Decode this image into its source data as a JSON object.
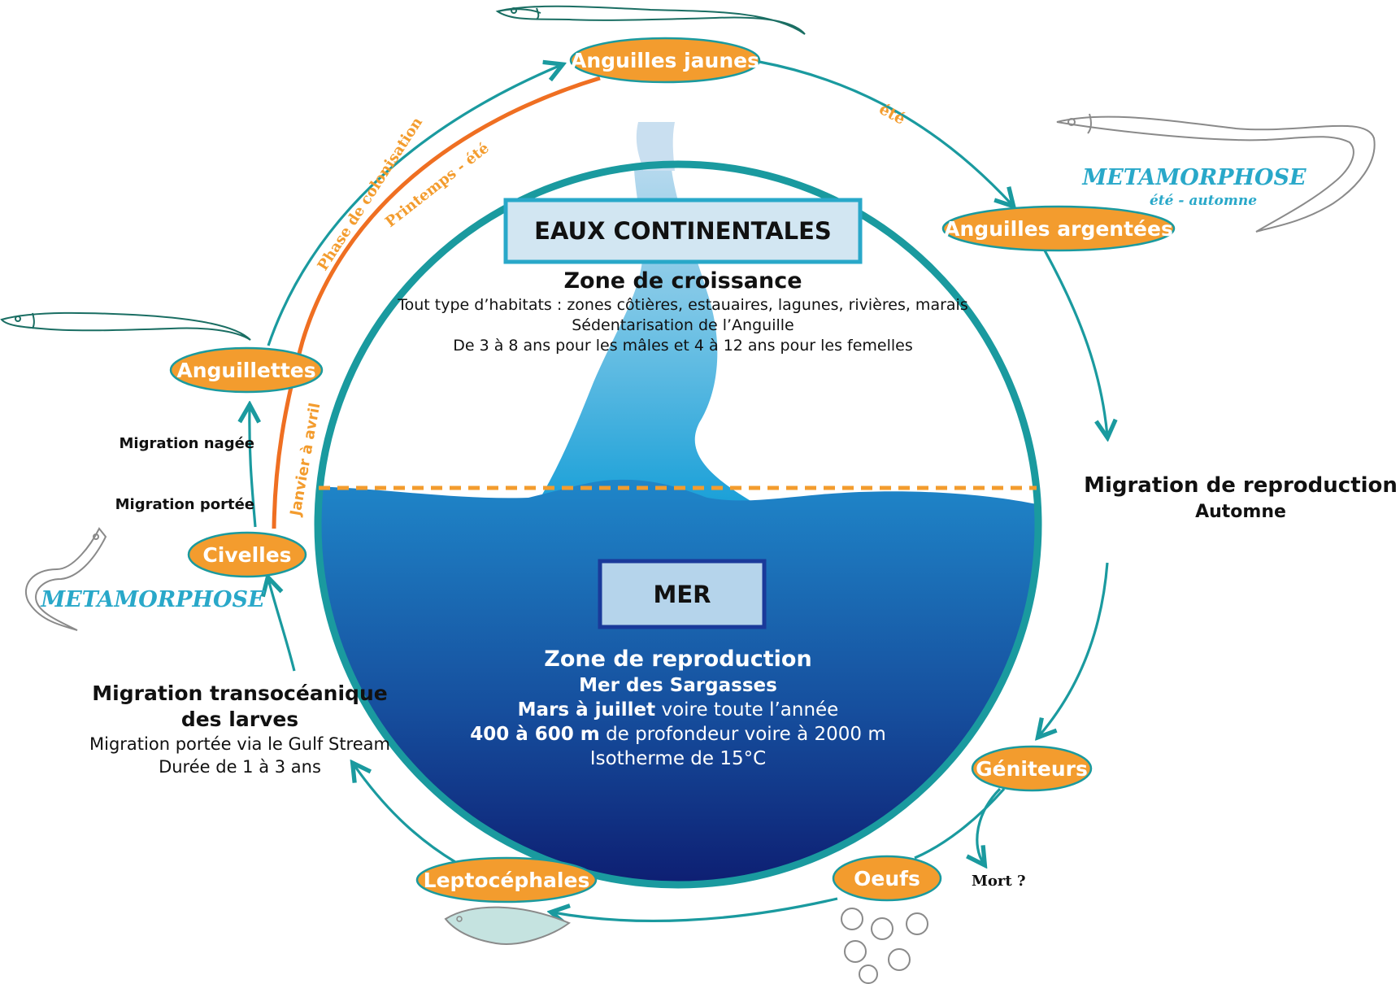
{
  "colors": {
    "teal": "#1a9a9f",
    "orange": "#f39c2e",
    "orange_line": "#ef6f22",
    "cyan_text": "#29a8c9",
    "sea_top": "#1f7ec4",
    "sea_bottom": "#0d1f73",
    "box_border_light": "#29a8c9",
    "box_border_dark": "#1a3a9a"
  },
  "stages": {
    "anguilles_jaunes": "Anguilles jaunes",
    "anguilles_argentees": "Anguilles argentées",
    "geniteurs": "Géniteurs",
    "oeufs": "Oeufs",
    "leptocephales": "Leptocéphales",
    "civelles": "Civelles",
    "anguillettes": "Anguillettes"
  },
  "seasons": {
    "ete": "été",
    "printemps_ete": "Printemps - été",
    "phase_colonisation": "Phase de colonisation",
    "janvier_avril": "Janvier à avril"
  },
  "metamorphose_right": {
    "title": "METAMORPHOSE",
    "sub": "été - automne"
  },
  "metamorphose_left": {
    "title": "METAMORPHOSE"
  },
  "migration_reproduction": {
    "title": "Migration de reproduction",
    "sub": "Automne"
  },
  "migration_nagee": "Migration nagée",
  "migration_portee": "Migration portée",
  "migration_transoceanique": {
    "title1": "Migration transocéanique",
    "title2": "des larves",
    "line1": "Migration portée via le Gulf Stream",
    "line2": "Durée de 1 à 3 ans"
  },
  "mort": "Mort ?",
  "eaux_continentales": {
    "box_title": "EAUX CONTINENTALES",
    "zone_title": "Zone de croissance",
    "line1": "Tout type d’habitats : zones côtières, estauaires, lagunes, rivières, marais",
    "line2": "Sédentarisation de l’Anguille",
    "line3": "De 3 à 8 ans pour les mâles et 4 à 12 ans pour les femelles"
  },
  "mer": {
    "box_title": "MER",
    "zone_title": "Zone de reproduction",
    "line1": "Mer des Sargasses",
    "line2_bold": "Mars à juillet",
    "line2_rest": " voire toute l’année",
    "line3_bold": "400 à 600 m",
    "line3_rest": " de profondeur voire à 2000 m",
    "line4": "Isotherme de 15°C"
  }
}
